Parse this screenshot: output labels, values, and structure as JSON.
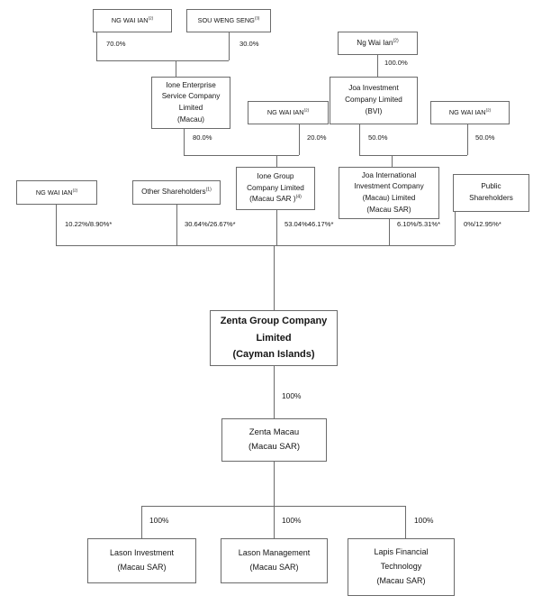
{
  "diagram": {
    "title": "Zenta Group Company Limited corporate shareholding structure chart",
    "type": "org-chart",
    "colors": {
      "box_border": "#6b6b6b",
      "connector": "#6b6b6b",
      "text": "#151515",
      "background": "#ffffff"
    }
  },
  "nodes": {
    "ng_wai_ian_top": {
      "line1": "NG WAI IAN",
      "sup1": "(2)"
    },
    "sou_weng_seng": {
      "line1": "SOU WENG SENG",
      "sup1": "(3)"
    },
    "ng_wai_ian_right": {
      "line1": "Ng Wai Ian",
      "sup1": "(2)"
    },
    "ione_enterprise": {
      "line1": "Ione Enterprise",
      "line2": "Service Company",
      "line3": "Limited",
      "line4": "(Macau)"
    },
    "ng_wai_ian_mid": {
      "line1": "NG WAI IAN",
      "sup1": "(2)"
    },
    "joa_investment": {
      "line1": "Joa Investment",
      "line2": "Company Limited",
      "line3": "(BVI)"
    },
    "ng_wai_ian_far_right": {
      "line1": "NG WAI IAN",
      "sup1": "(2)"
    },
    "ng_wai_ian_lower_left": {
      "line1": "NG WAI IAN",
      "sup1": "(2)"
    },
    "other_shareholders": {
      "line1": "Other Shareholders",
      "sup1": "(1)"
    },
    "ione_group": {
      "line1": "Ione Group",
      "line2": "Company Limited",
      "line3": "(Macau SAR )",
      "sup3": "(4)"
    },
    "joa_international": {
      "line1": "Joa International",
      "line2": "Investment Company",
      "line3": "(Macau) Limited",
      "line4": "(Macau SAR)"
    },
    "public_shareholders": {
      "line1": "Public",
      "line2": "Shareholders"
    },
    "zenta_group": {
      "line1": "Zenta Group Company",
      "line2": "Limited",
      "line3": "(Cayman Islands)"
    },
    "zenta_macau": {
      "line1": "Zenta Macau",
      "line2": "(Macau SAR)"
    },
    "lason_investment": {
      "line1": "Lason Investment",
      "line2": "(Macau SAR)"
    },
    "lason_management": {
      "line1": "Lason Management",
      "line2": "(Macau SAR)"
    },
    "lapis_financial": {
      "line1": "Lapis Financial",
      "line2": "Technology",
      "line3": "(Macau SAR)"
    }
  },
  "edges": {
    "ng_to_ione_enterprise": "70.0%",
    "sou_to_ione_enterprise": "30.0%",
    "ngright_to_joa_investment": "100.0%",
    "ione_enterprise_to_ione_group": "80.0%",
    "ngmid_to_ione_group": "20.0%",
    "joa_investment_to_joa_international": "50.0%",
    "ngfarright_to_joa_international": "50.0%",
    "nglowerleft_to_zenta": "10.22%/8.90%*",
    "other_shareholders_to_zenta": "30.64%/26.67%*",
    "ione_group_to_zenta": "53.04%46.17%*",
    "joa_international_to_zenta": "6.10%/5.31%*",
    "public_shareholders_to_zenta": "0%/12.95%*",
    "zenta_to_zenta_macau": "100%",
    "zenta_macau_to_lason_investment": "100%",
    "zenta_macau_to_lason_management": "100%",
    "zenta_macau_to_lapis_financial": "100%"
  }
}
